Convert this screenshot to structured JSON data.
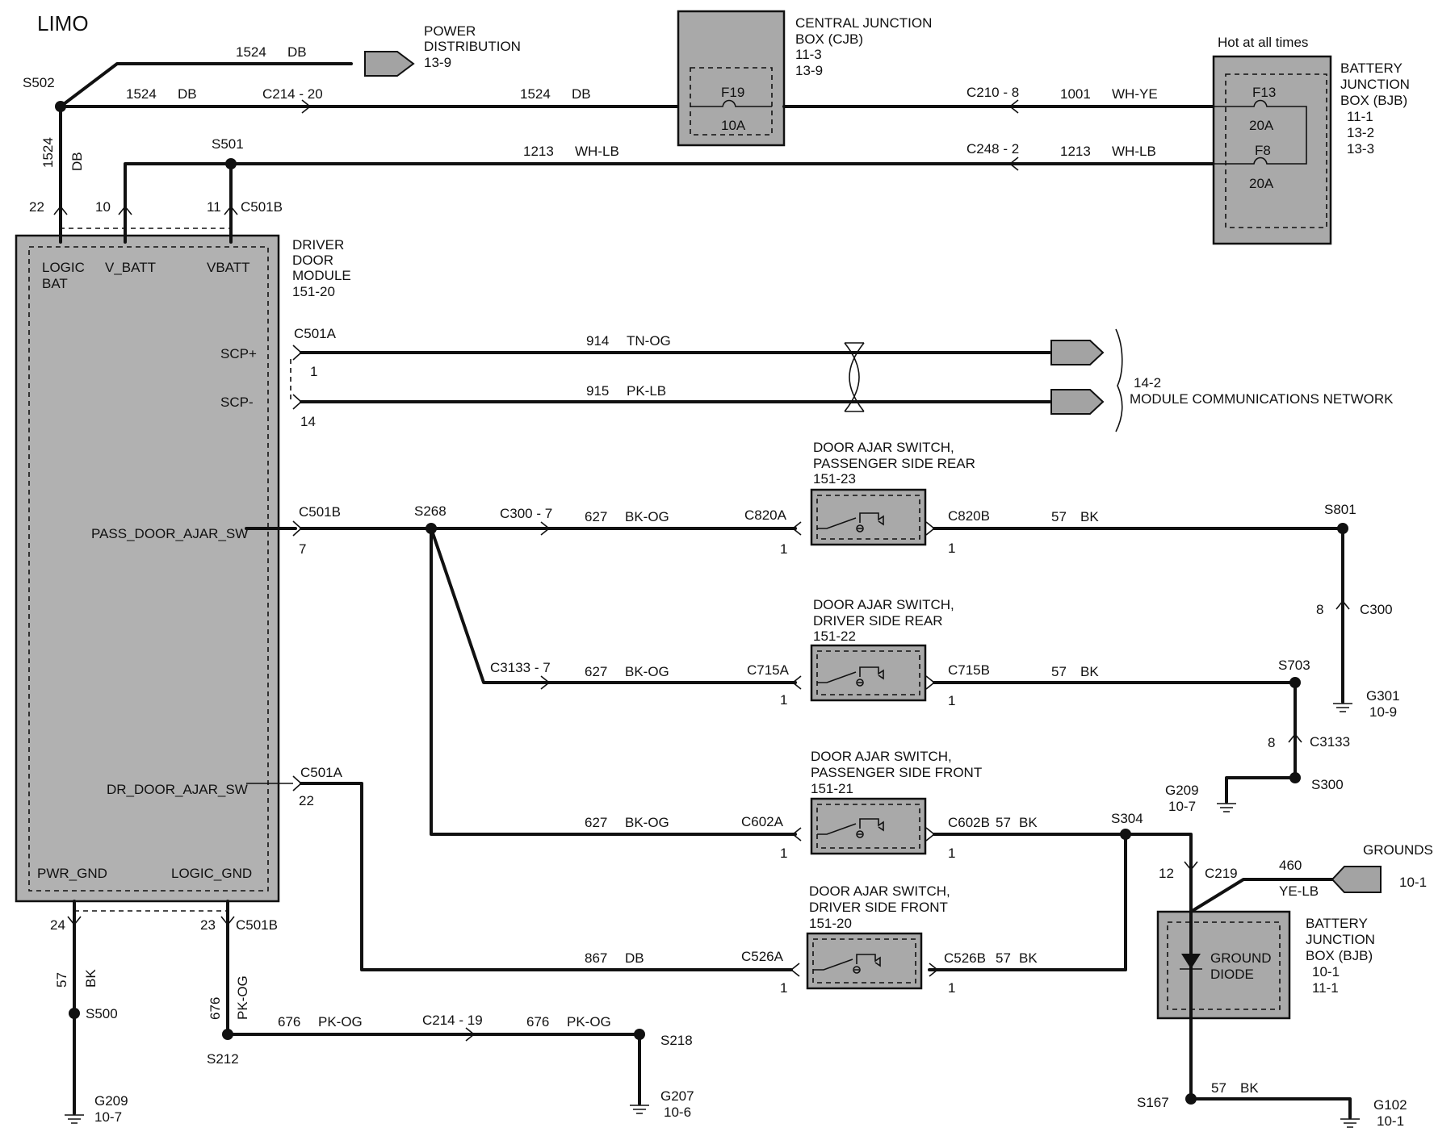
{
  "title": "LIMO",
  "splices": {
    "s502": "S502",
    "s501": "S501",
    "s268": "S268",
    "s801": "S801",
    "s703": "S703",
    "s300": "S300",
    "s304": "S304",
    "s500": "S500",
    "s212": "S212",
    "s218": "S218",
    "s167": "S167"
  },
  "grounds": {
    "g301": [
      "G301",
      "10-9"
    ],
    "g209_right": [
      "G209",
      "10-7"
    ],
    "g209_left": [
      "G209",
      "10-7"
    ],
    "g207": [
      "G207",
      "10-6"
    ],
    "g102": [
      "G102",
      "10-1"
    ]
  },
  "power_distribution": {
    "name": [
      "POWER",
      "DISTRIBUTION"
    ],
    "ref": "13-9"
  },
  "cjb": {
    "name": [
      "CENTRAL  JUNCTION",
      "BOX (CJB)"
    ],
    "refs": [
      "11-3",
      "13-9"
    ],
    "fuse": "F19",
    "rating": "10A"
  },
  "bjb_top": {
    "hot_label": "Hot at all times",
    "name": [
      "BATTERY",
      "JUNCTION",
      "BOX (BJB)"
    ],
    "refs": [
      "11-1",
      "13-2",
      "13-3"
    ],
    "fuses": [
      {
        "id": "F13",
        "rating": "20A"
      },
      {
        "id": "F8",
        "rating": "20A"
      }
    ]
  },
  "bjb_bottom": {
    "name": [
      "BATTERY",
      "JUNCTION",
      "BOX (BJB)"
    ],
    "refs": [
      "10-1",
      "11-1"
    ],
    "device": [
      "GROUND",
      "DIODE"
    ]
  },
  "driver_door_module": {
    "name": [
      "DRIVER",
      "DOOR",
      "MODULE",
      "151-20"
    ],
    "pins": {
      "logic_bat": [
        "LOGIC",
        "BAT"
      ],
      "v_batt": "V_BATT",
      "vbatt": "VBATT",
      "scp_plus": "SCP+",
      "scp_minus": "SCP-",
      "pass_door_ajar": "PASS_DOOR_AJAR_SW",
      "dr_door_ajar": "DR_DOOR_AJAR_SW",
      "pwr_gnd": "PWR_GND",
      "logic_gnd": "LOGIC_GND"
    }
  },
  "network": {
    "ref": "14-2",
    "name": "MODULE COMMUNICATIONS NETWORK"
  },
  "grounds_ref": {
    "name": "GROUNDS",
    "ref": "10-1"
  },
  "switches": [
    {
      "name": [
        "DOOR AJAR SWITCH,",
        "PASSENGER SIDE   REAR"
      ],
      "ref": "151-23",
      "c_in": "C820A",
      "c_out": "C820B"
    },
    {
      "name": [
        "DOOR AJAR SWITCH,",
        "DRIVER SIDE   REAR"
      ],
      "ref": "151-22",
      "c_in": "C715A",
      "c_out": "C715B"
    },
    {
      "name": [
        "DOOR AJAR SWITCH,",
        "PASSENGER SIDE      FRONT"
      ],
      "ref": "151-21",
      "c_in": "C602A",
      "c_out": "C602B"
    },
    {
      "name": [
        "DOOR AJAR SWITCH,",
        "DRIVER SIDE   FRONT"
      ],
      "ref": "151-20",
      "c_in": "C526A",
      "c_out": "C526B"
    }
  ],
  "connectors": {
    "c214_20": "C214  - 20",
    "c210_8": "C210  - 8",
    "c248_2": "C248  - 2",
    "c501b": "C501B",
    "c501a": "C501A",
    "c300_7": "C300  - 7",
    "c3133_7": "C3133  - 7",
    "c300": "C300",
    "c3133": "C3133",
    "c219": "C219",
    "c214_19": "C214  - 19"
  },
  "pins": {
    "p22": "22",
    "p10": "10",
    "p11": "11",
    "p1": "1",
    "p14": "14",
    "p7": "7",
    "p8": "8",
    "p12": "12",
    "p24": "24",
    "p23": "23"
  },
  "wires": {
    "w1524": [
      "1524",
      "DB"
    ],
    "w1001": [
      "1001",
      "WH-YE"
    ],
    "w1213": [
      "1213",
      "WH-LB"
    ],
    "w914": [
      "914",
      "TN-OG"
    ],
    "w915": [
      "915",
      "PK-LB"
    ],
    "w627": [
      "627",
      "BK-OG"
    ],
    "w57": [
      "57",
      "BK"
    ],
    "w867": [
      "867",
      "DB"
    ],
    "w460": [
      "460",
      "YE-LB"
    ],
    "w676": [
      "676",
      "PK-OG"
    ]
  }
}
